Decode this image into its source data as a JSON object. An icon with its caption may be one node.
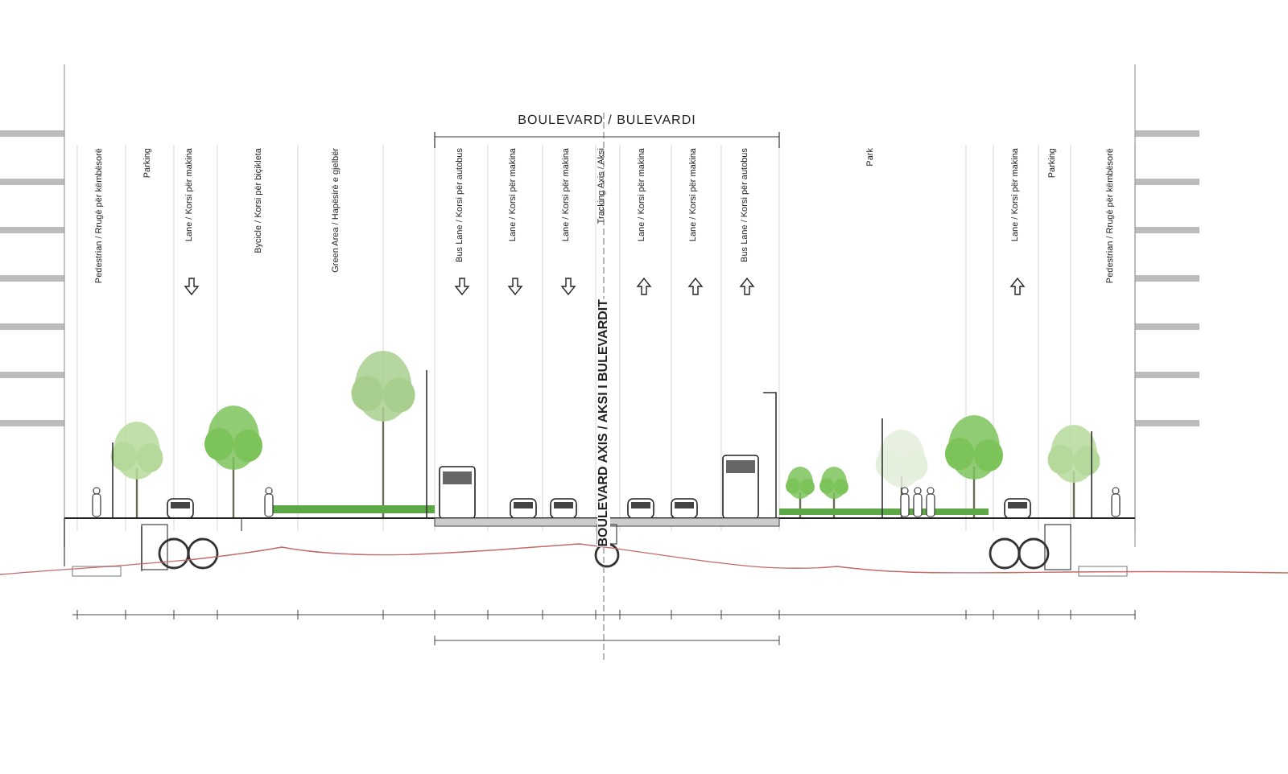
{
  "diagram": {
    "title": "BOULEVARD / BULEVARDI",
    "labels": [
      "Pedestrian / Rrugë për këmbësorë",
      "Parking",
      "Lane / Korsi për makina",
      "Bycicle / Korsi për biçikleta",
      "Green Area / Hapësirë e gjelbër",
      "Bus Lane / Korsi për autobus",
      "Lane / Korsi për makina",
      "Lane / Korsi për makina",
      "Tracking Axis / Aksi",
      "Lane / Korsi për makina",
      "Lane / Korsi për makina",
      "Bus Lane / Korsi për autobus",
      "Park",
      "Lane / Korsi për makina",
      "Parking",
      "Pedestrian / Rrugë për këmbësorë",
      "BOULEVARD AXIS / AKSI I BULEVARDIT"
    ]
  }
}
